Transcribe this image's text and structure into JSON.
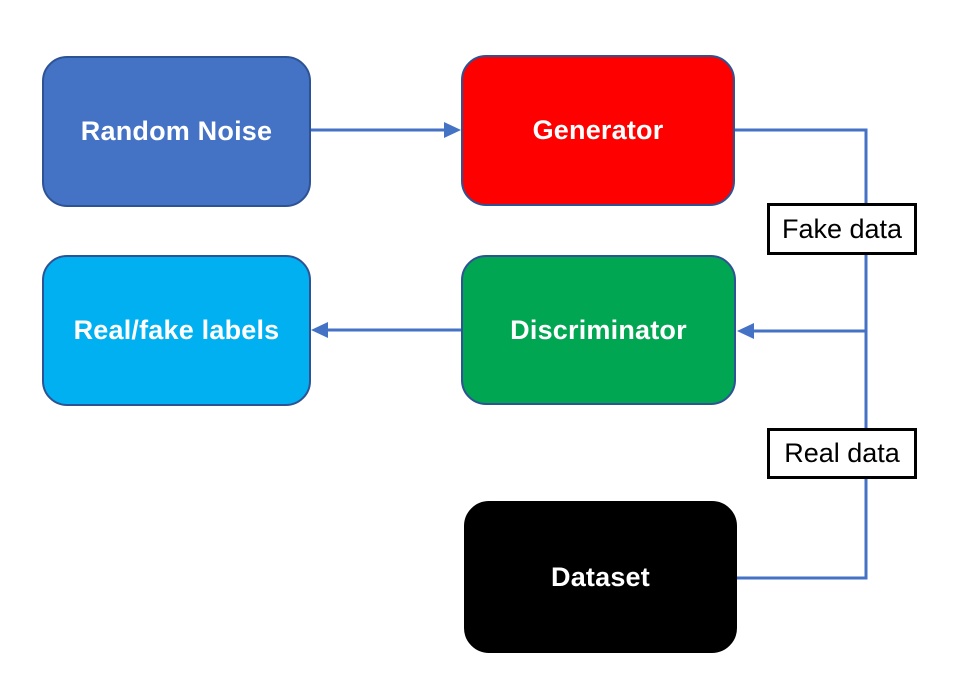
{
  "nodes": {
    "random_noise": {
      "label": "Random Noise",
      "fill": "#4472C4"
    },
    "generator": {
      "label": "Generator",
      "fill": "#FF0000"
    },
    "real_fake_labels": {
      "label": "Real/fake labels",
      "fill": "#00B0F0"
    },
    "discriminator": {
      "label": "Discriminator",
      "fill": "#00A651"
    },
    "dataset": {
      "label": "Dataset",
      "fill": "#000000"
    }
  },
  "edge_labels": {
    "fake_data": "Fake data",
    "real_data": "Real data"
  },
  "colors": {
    "connector": "#4472C4",
    "node_border": "#2E5395",
    "node_text": "#FFFFFF",
    "edge_label_bg": "#FFFFFF",
    "edge_label_border": "#000000",
    "background": "#FFFFFF"
  }
}
